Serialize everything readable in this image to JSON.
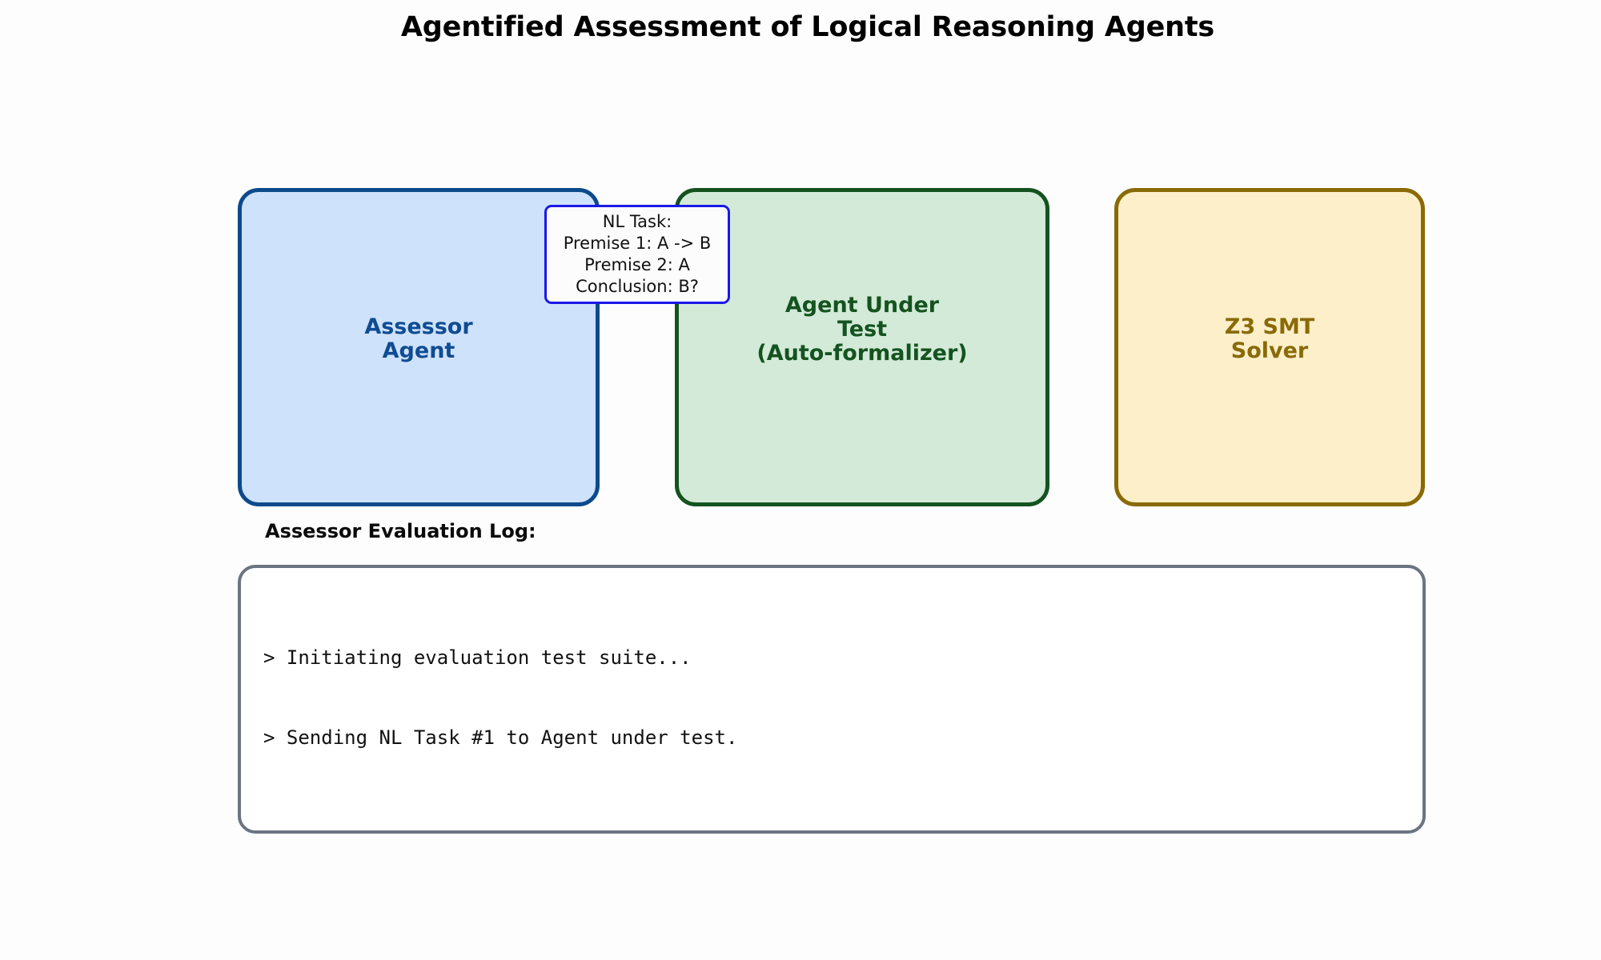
{
  "page": {
    "title": "Agentified Assessment of Logical Reasoning Agents",
    "background_color": "#fdfdfd"
  },
  "agents": [
    {
      "id": "assessor-agent",
      "label": "Assessor\nAgent",
      "fill_color": "#cfe2fb",
      "border_color": "#0c4a8c",
      "text_color": "#0f4c93"
    },
    {
      "id": "agent-under-test",
      "label": "Agent Under\nTest\n(Auto-formalizer)",
      "fill_color": "#d3ead8",
      "border_color": "#14531f",
      "text_color": "#14531f"
    },
    {
      "id": "z3-smt-solver",
      "label": "Z3 SMT\nSolver",
      "fill_color": "#fcefc9",
      "border_color": "#8a6a07",
      "text_color": "#8a6a07"
    }
  ],
  "message_bubble": {
    "border_color": "#1a19e8",
    "fill_color": "#fcfcfc",
    "lines": [
      "NL Task:",
      "Premise 1: A -> B",
      "Premise 2: A",
      "Conclusion: B?"
    ]
  },
  "arrow": {
    "direction": "right",
    "color": "#e9e9ec"
  },
  "log": {
    "label": "Assessor Evaluation Log:",
    "border_color": "#6b7480",
    "lines": [
      "> Initiating evaluation test suite...",
      "> Sending NL Task #1 to Agent under test."
    ]
  }
}
